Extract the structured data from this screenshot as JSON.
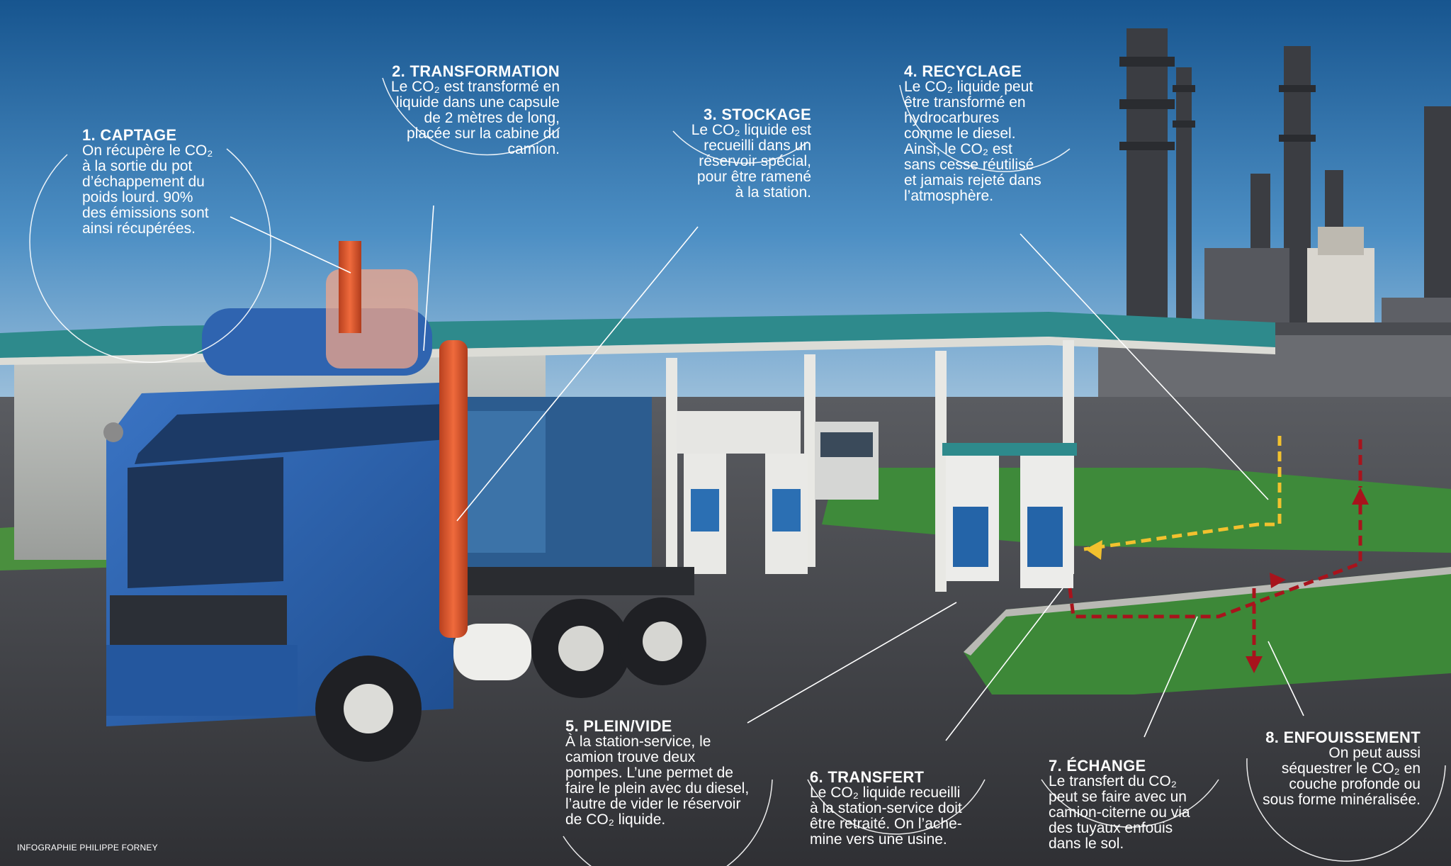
{
  "steps": [
    {
      "title": "1. CAPTAGE",
      "body": "On récupère le CO₂\nà la sortie du pot\nd’échappement du\npoids lourd. 90%\ndes émissions sont\nainsi récupérées."
    },
    {
      "title": "2. TRANSFORMATION",
      "body": "Le CO₂ est transformé en\nliquide dans une capsule\nde 2 mètres de long,\nplacée sur la cabine du\ncamion."
    },
    {
      "title": "3. STOCKAGE",
      "body": "Le CO₂ liquide est\nrecueilli dans un\nréservoir spécial,\npour être ramené\nà la station."
    },
    {
      "title": "4. RECYCLAGE",
      "body": "Le CO₂ liquide peut\nêtre transformé en\nhydrocarbures\ncomme le diesel.\nAinsi, le CO₂ est\nsans cesse réutilisé\net jamais rejeté dans\nl’atmosphère."
    },
    {
      "title": "5. PLEIN/VIDE",
      "body": "À la station-service, le\ncamion trouve deux\npompes. L’une permet de\nfaire le plein avec du diesel,\nl’autre de vider le réservoir\nde CO₂ liquide."
    },
    {
      "title": "6. TRANSFERT",
      "body": "Le CO₂ liquide recueilli\nà la station-service doit\nêtre retraité. On l’ache-\nmine vers une usine."
    },
    {
      "title": "7. ÉCHANGE",
      "body": "Le transfert du CO₂\npeut se faire avec un\ncamion-citerne ou via\ndes tuyaux enfouis\ndans le sol."
    },
    {
      "title": "8. ENFOUISSEMENT",
      "body": "On peut aussi\nséquestrer le CO₂ en\ncouche profonde ou\nsous forme minéralisée."
    }
  ],
  "credit": "INFOGRAPHIE PHILIPPE FORNEY",
  "colors": {
    "sky_top": "#1b5f9a",
    "sky_bottom": "#8fb6d6",
    "truck_blue": "#2a5fae",
    "exhaust_red": "#d9532b",
    "canopy_teal": "#2e8a8c",
    "grass": "#3f8a3a",
    "yellow_arrow": "#f2c12e",
    "red_arrow": "#a8131c"
  },
  "icons": [
    "truck-icon",
    "fuel-pump-icon",
    "refinery-icon",
    "tanker-truck-icon"
  ]
}
